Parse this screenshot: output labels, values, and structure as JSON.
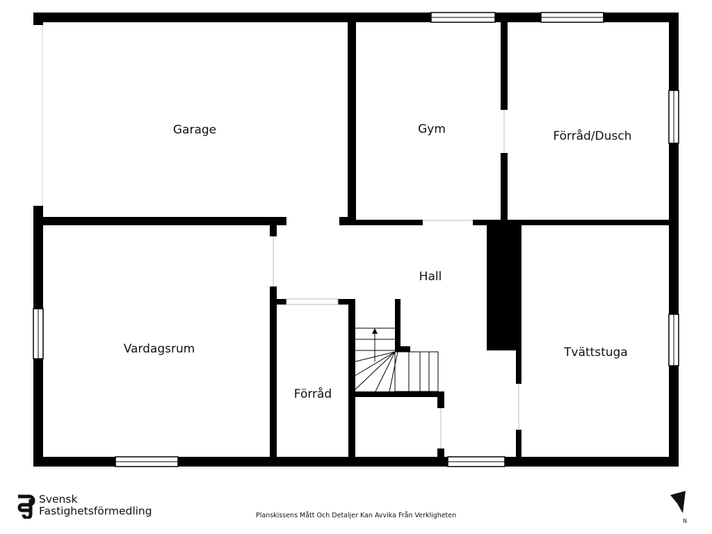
{
  "rooms": {
    "garage": "Garage",
    "gym": "Gym",
    "forrad_dusch": "Förråd/Dusch",
    "hall": "Hall",
    "vardagsrum": "Vardagsrum",
    "forrad": "Förråd",
    "tvattstuga": "Tvättstuga"
  },
  "footer": {
    "disclaimer": "Planskissens Mått Och Detaljer Kan Avvika Från Verkligheten"
  },
  "logo": {
    "line1": "Svensk",
    "line2": "Fastighetsförmedling"
  },
  "north": {
    "label": "N",
    "icon": "north-arrow-icon"
  },
  "colors": {
    "wall": "#000000",
    "background": "#ffffff"
  }
}
